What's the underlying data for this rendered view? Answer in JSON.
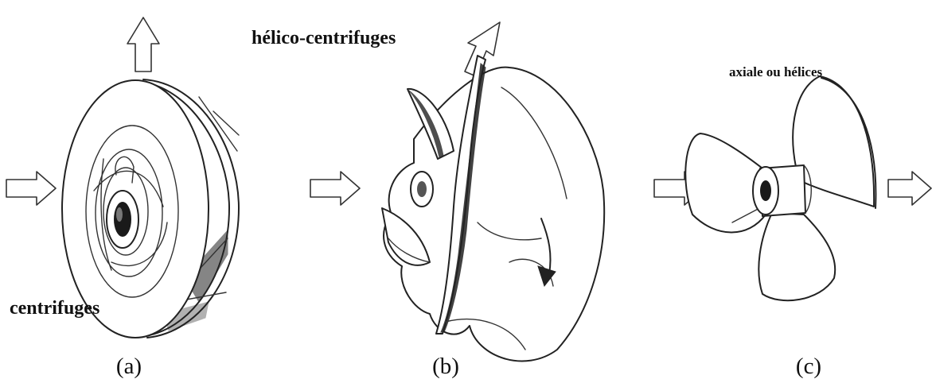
{
  "impellers": [
    {
      "caption": "(a)",
      "label": "centrifuges"
    },
    {
      "caption": "(b)",
      "label": "hélico-centrifuges"
    },
    {
      "caption": "(c)",
      "label": "axiale ou hélices"
    }
  ]
}
